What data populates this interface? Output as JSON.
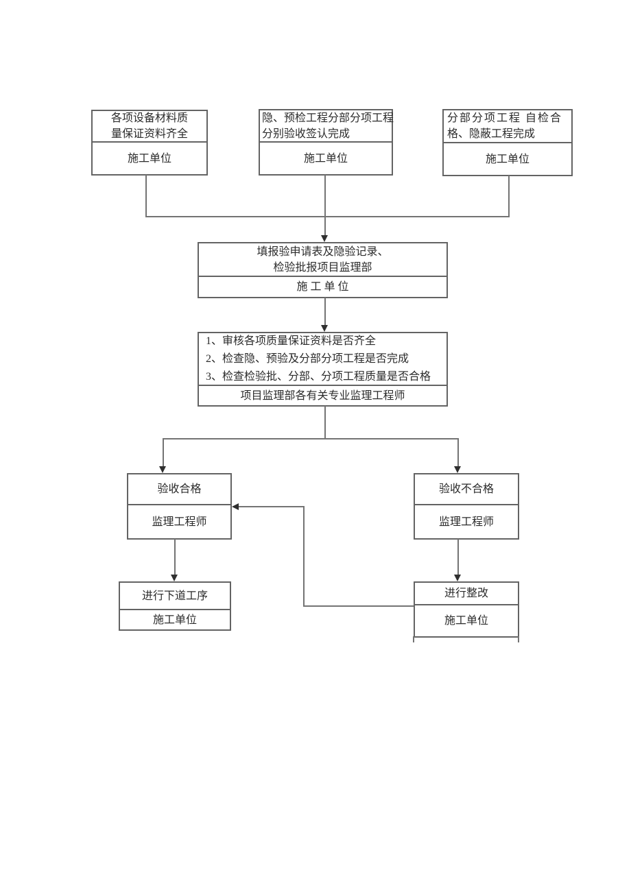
{
  "diagram": {
    "colors": {
      "background": "#ffffff",
      "box_border": "#636363",
      "connector_line": "#737373",
      "arrowhead": "#2f2f2f",
      "text": "#2b2b2b"
    },
    "boxes": {
      "materials": {
        "desc_lines": [
          "各项设备材料质",
          "量保证资料齐全"
        ],
        "actor": "施工单位"
      },
      "hidden_precheck": {
        "desc_lines": [
          "隐、预检工程分部分项工程",
          "分别验收签认完成"
        ],
        "actor": "施工单位"
      },
      "self_check": {
        "desc_lines": [
          "分部分项工程 自检合",
          "格、隐蔽工程完成"
        ],
        "actor": "施工单位"
      },
      "submit": {
        "desc_lines": [
          "填报验申请表及隐验记录、",
          "检验批报项目监理部"
        ],
        "actor": "施 工 单 位"
      },
      "review": {
        "items": [
          "1、审核各项质量保证资料是否齐全",
          "2、检查隐、预验及分部分项工程是否完成",
          "3、检查检验批、分部、分项工程质量是否合格"
        ],
        "actor": "项目监理部各有关专业监理工程师"
      },
      "pass": {
        "desc": "验收合格",
        "actor": "监理工程师"
      },
      "fail": {
        "desc": "验收不合格",
        "actor": "监理工程师"
      },
      "next_step": {
        "desc": "进行下道工序",
        "actor": "施工单位"
      },
      "rectify": {
        "desc": "进行整改",
        "actor": "施工单位"
      }
    }
  }
}
